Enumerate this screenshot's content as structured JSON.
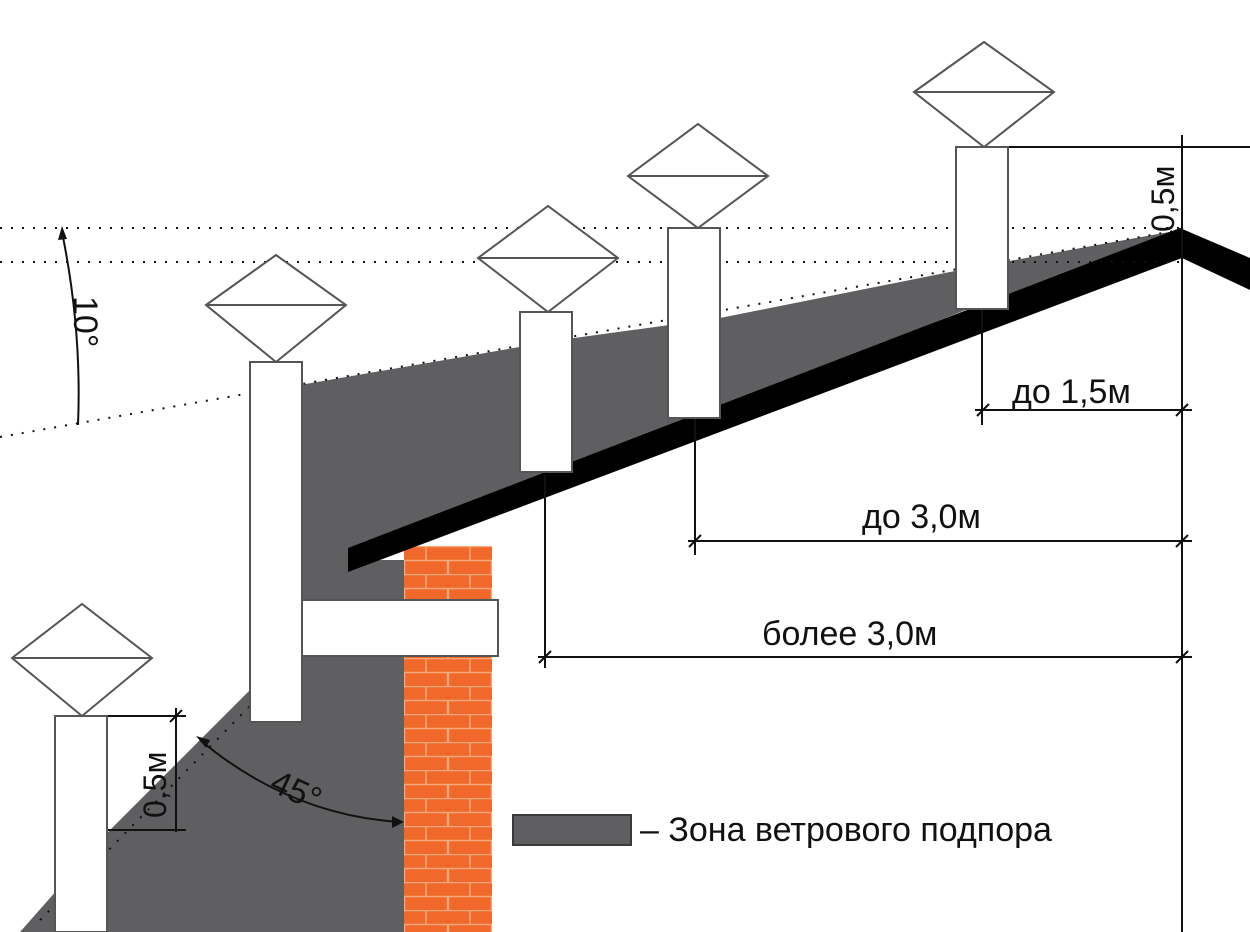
{
  "labels": {
    "angle_roof": "10°",
    "angle_wall": "45°",
    "height_top": "0,5м",
    "height_bottom": "0,5м",
    "dist_1": "до 1,5м",
    "dist_2": "до 3,0м",
    "dist_3": "более 3,0м"
  },
  "legend": {
    "text": "– Зона ветрового подпора"
  },
  "colors": {
    "wind_zone": "#5f5f61",
    "roof": "#000000",
    "brick_wall": "#f0692a",
    "mortar": "#f7a77c",
    "pipe": "#ffffff",
    "outline": "#555555"
  }
}
